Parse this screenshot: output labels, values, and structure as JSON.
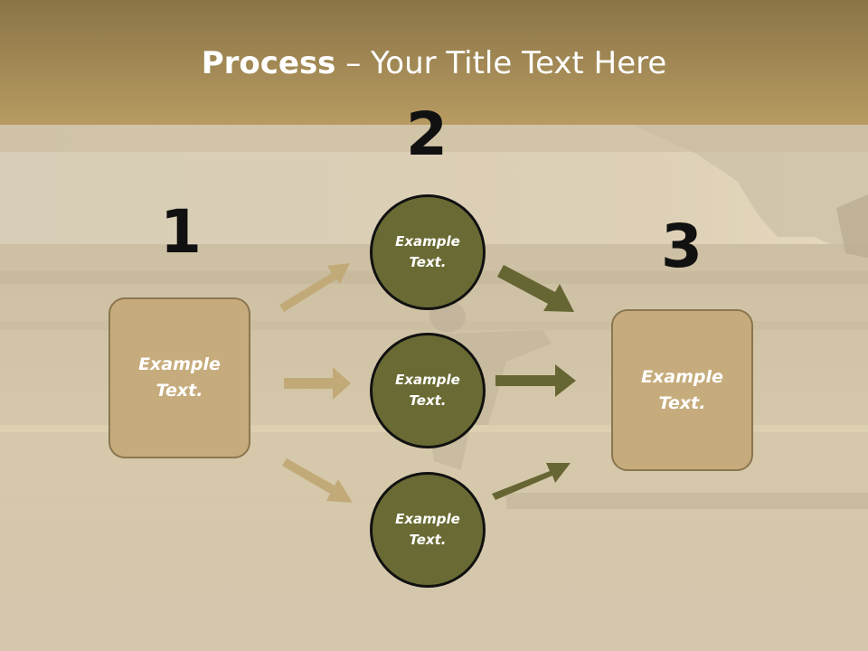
{
  "slide": {
    "title_bold": "Process",
    "title_rest": " – Your Title Text Here"
  },
  "steps": {
    "step1_number": "1",
    "step2_number": "2",
    "step3_number": "3"
  },
  "nodes": {
    "left_box": "Example Text.",
    "circle_top": "Example Text.",
    "circle_middle": "Example Text.",
    "circle_bottom": "Example Text.",
    "right_box": "Example Text."
  },
  "colors": {
    "header_band": "#a88f56",
    "box_fill": "#c6ac7c",
    "circle_fill": "#6a6a34",
    "left_arrows": "#c2aa78",
    "right_arrows": "#666634"
  }
}
